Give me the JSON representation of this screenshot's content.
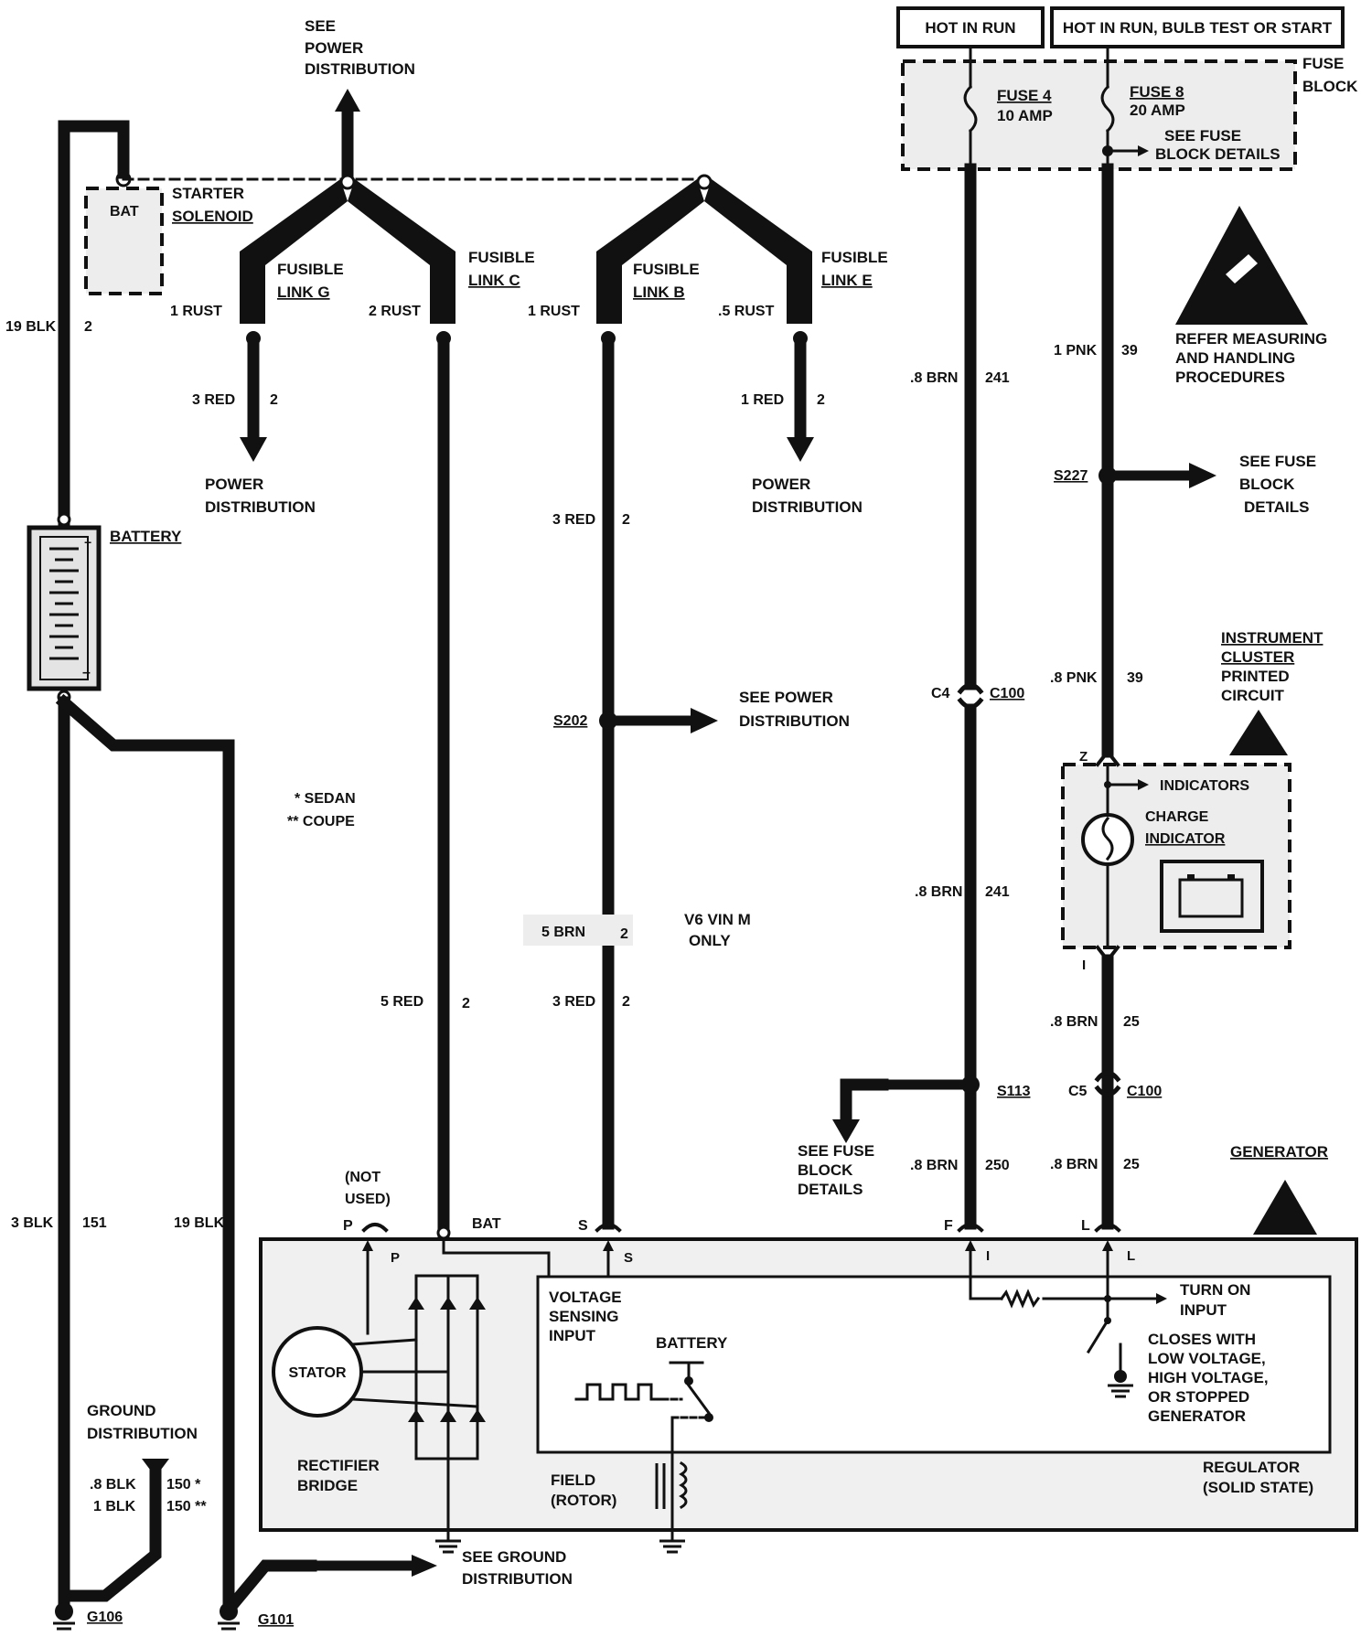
{
  "header": {
    "hot_in_run": "HOT IN RUN",
    "hot_in_run_bulb": "HOT IN RUN, BULB TEST OR START",
    "fuse_block_1": "FUSE",
    "fuse_block_2": "BLOCK"
  },
  "fuses": {
    "fuse4_name": "FUSE 4",
    "fuse4_rating": "10 AMP",
    "fuse8_name": "FUSE 8",
    "fuse8_rating": "20 AMP",
    "see_fuse_1": "SEE FUSE",
    "see_fuse_2": "BLOCK DETAILS"
  },
  "top": {
    "see": "SEE",
    "power": "POWER",
    "distribution": "DISTRIBUTION"
  },
  "starter": {
    "bat": "BAT",
    "starter": "STARTER",
    "solenoid": "SOLENOID"
  },
  "fusible_links": {
    "g1": "FUSIBLE",
    "g2": "LINK G",
    "c1": "FUSIBLE",
    "c2": "LINK C",
    "b1": "FUSIBLE",
    "b2": "LINK B",
    "e1": "FUSIBLE",
    "e2": "LINK E"
  },
  "wires": {
    "blk19": "19 BLK",
    "blk19_num": "2",
    "rust1_g": "1 RUST",
    "rust2_c": "2 RUST",
    "rust1_b": "1 RUST",
    "rust5_e": ".5 RUST",
    "red3": "3 RED",
    "red3_num": "2",
    "red1": "1 RED",
    "red1_num": "2",
    "red3_b": "3 RED",
    "red3_b_num": "2",
    "brn241_a": ".8 BRN",
    "brn241_a_num": "241",
    "pnk1": "1 PNK",
    "pnk1_num": "39",
    "pnk8": ".8 PNK",
    "pnk8_num": "39",
    "brn241_b": ".8 BRN",
    "brn241_b_num": "241",
    "brn5": "5 BRN",
    "brn5_num": "2",
    "red5": "5 RED",
    "red5_num": "2",
    "red3_c": "3 RED",
    "red3_c_num": "2",
    "brn25_a": ".8 BRN",
    "brn25_a_num": "25",
    "brn250": ".8 BRN",
    "brn250_num": "250",
    "brn25_b": ".8 BRN",
    "brn25_b_num": "25",
    "blk3": "3 BLK",
    "blk3_num": "151",
    "blk19_b": "19 BLK",
    "blk8": ".8 BLK",
    "blk8_num": "150 *",
    "blk1": "1 BLK",
    "blk1_num": "150 **"
  },
  "power_dist": {
    "left_1": "POWER",
    "left_2": "DISTRIBUTION",
    "right_1": "POWER",
    "right_2": "DISTRIBUTION"
  },
  "esd": {
    "l1": "REFER MEASURING",
    "l2": "AND  HANDLING",
    "l3": "PROCEDURES"
  },
  "splices": {
    "s227": "S227",
    "s227_note_1": "SEE FUSE",
    "s227_note_2": "BLOCK",
    "s227_note_3": "DETAILS",
    "s202": "S202",
    "s202_note_1": "SEE POWER",
    "s202_note_2": "DISTRIBUTION",
    "s113": "S113",
    "s113_note_1": "SEE FUSE",
    "s113_note_2": "BLOCK",
    "s113_note_3": "DETAILS"
  },
  "battery": {
    "label": "BATTERY",
    "plus": "+",
    "minus": "–"
  },
  "cluster": {
    "l1": "INSTRUMENT",
    "l2": "CLUSTER",
    "l3": "PRINTED",
    "l4": "CIRCUIT",
    "z": "Z",
    "indicators": "INDICATORS",
    "charge": "CHARGE",
    "indicator": "INDICATOR",
    "i": "I"
  },
  "connectors": {
    "c4": "C4",
    "c100_a": "C100",
    "c5": "C5",
    "c100_b": "C100"
  },
  "notes": {
    "sedan": "*  SEDAN",
    "coupe": "**  COUPE",
    "v6_1": "V6 VIN M",
    "v6_2": "ONLY"
  },
  "generator": {
    "title": "GENERATOR",
    "not_used_1": "(NOT",
    "not_used_2": "USED)",
    "p": "P",
    "bat": "BAT",
    "s": "S",
    "f": "F",
    "l": "L",
    "p_in": "P",
    "s_in": "S",
    "i_in": "I",
    "l_in": "L",
    "voltage_1": "VOLTAGE",
    "voltage_2": "SENSING",
    "voltage_3": "INPUT",
    "battery": "BATTERY",
    "stator": "STATOR",
    "rectifier_1": "RECTIFIER",
    "rectifier_2": "BRIDGE",
    "field_1": "FIELD",
    "field_2": "(ROTOR)",
    "turn_on_1": "TURN ON",
    "turn_on_2": "INPUT",
    "closes_1": "CLOSES WITH",
    "closes_2": "LOW VOLTAGE,",
    "closes_3": "HIGH VOLTAGE,",
    "closes_4": "OR STOPPED",
    "closes_5": "GENERATOR",
    "regulator_1": "REGULATOR",
    "regulator_2": "(SOLID STATE)"
  },
  "ground": {
    "dist_1": "GROUND",
    "dist_2": "DISTRIBUTION",
    "see_1": "SEE GROUND",
    "see_2": "DISTRIBUTION",
    "g106": "G106",
    "g101": "G101"
  }
}
